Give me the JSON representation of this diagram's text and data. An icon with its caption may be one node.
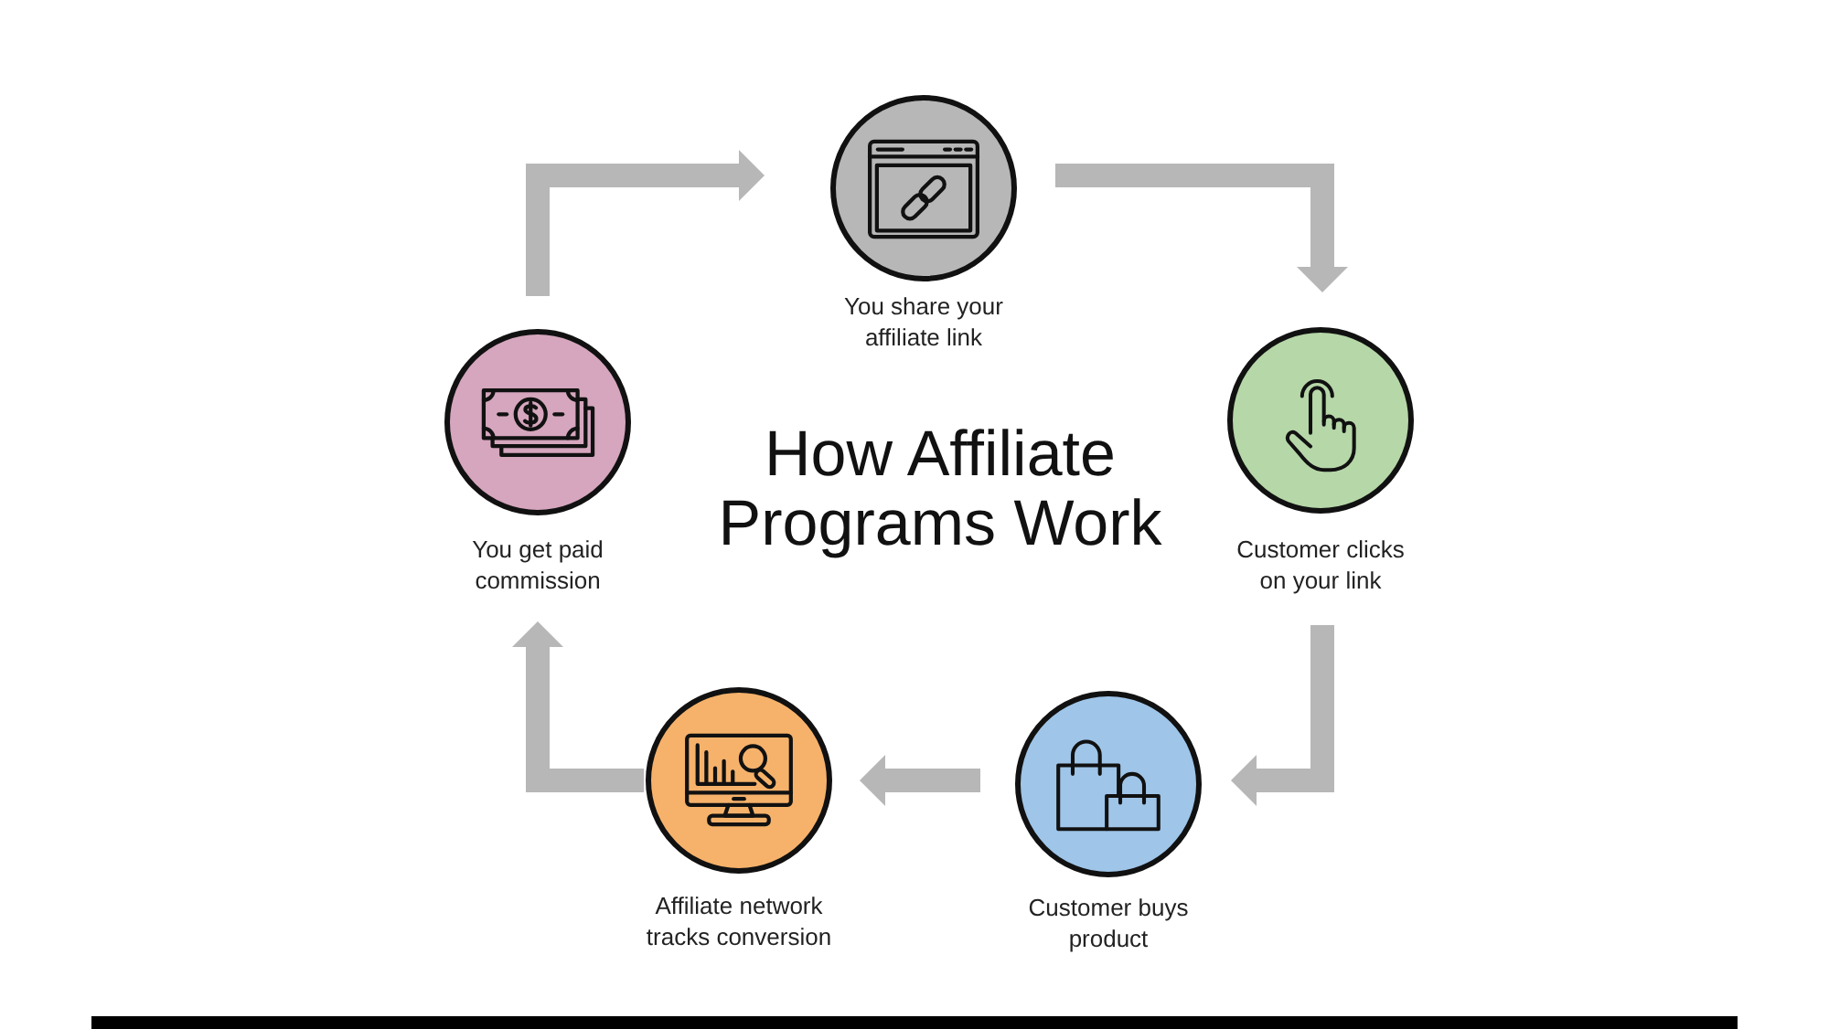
{
  "diagram": {
    "title": "How Affiliate Programs Work",
    "nodes": [
      {
        "text": [
          "You share your affiliate link"
        ]
      },
      {
        "text": [
          "Customer clicks on your link"
        ]
      },
      {
        "text": [
          "Customer buys product"
        ]
      },
      {
        "text": [
          "Affiliate network tracks conversion"
        ]
      },
      {
        "text": [
          "You get paid commission"
        ]
      }
    ],
    "edges": [
      {
        "from": 0,
        "to": 1,
        "arrow": "to"
      },
      {
        "from": 1,
        "to": 2,
        "arrow": "to"
      },
      {
        "from": 2,
        "to": 3,
        "arrow": "to"
      },
      {
        "from": 3,
        "to": 4,
        "arrow": "to"
      },
      {
        "from": 4,
        "to": 0,
        "arrow": "to"
      }
    ]
  }
}
